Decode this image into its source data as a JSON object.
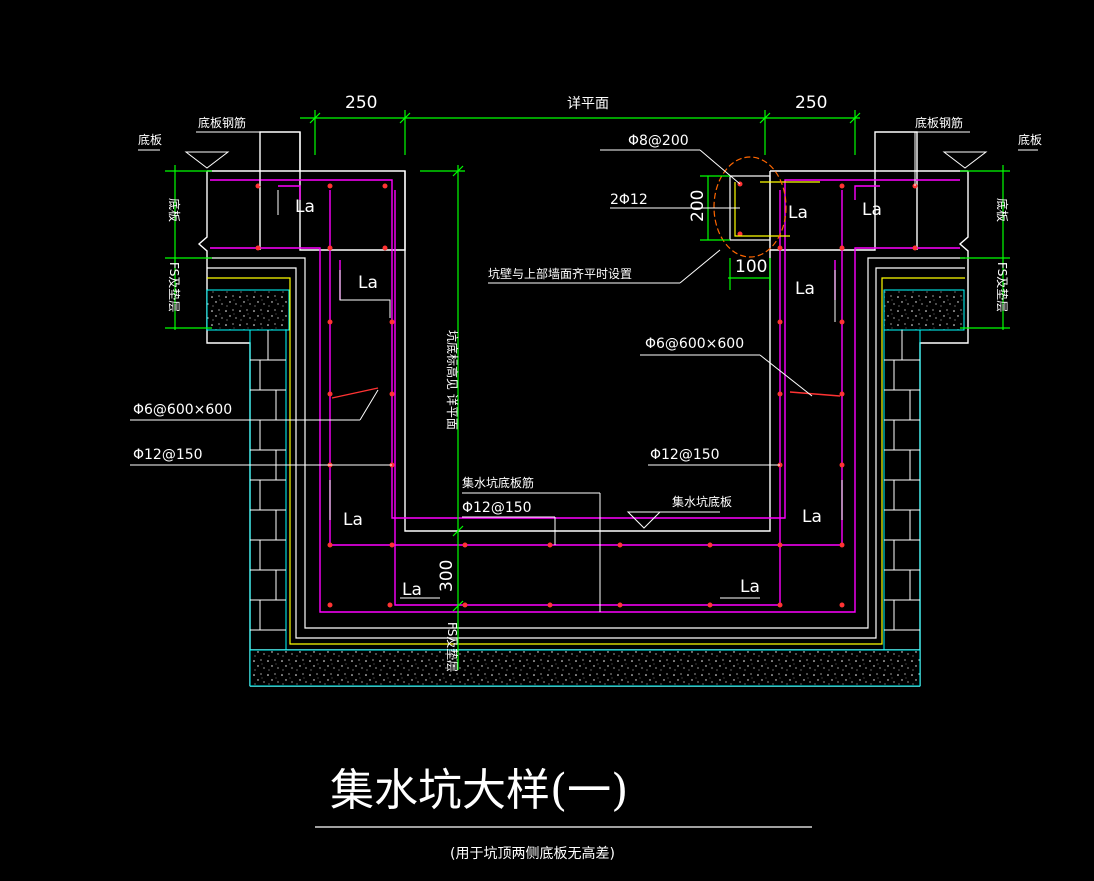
{
  "colors": {
    "background": "#000000",
    "outline": "#ffffff",
    "dimension": "#00ff00",
    "rebar": "#ff00ff",
    "waterproof": "#ffff00",
    "masonry": "#00ffff",
    "cut_point": "#ff3333",
    "note_circle": "#ff6600"
  },
  "dimensions": {
    "left_offset": "250",
    "middle": "详平面",
    "right_offset": "250",
    "pit_depth_vertical": "坑底标高见 详平面",
    "bottom_slab_thickness": "300",
    "stirrup_height": "200",
    "stirrup_width": "100"
  },
  "labels": {
    "top_left_slab": "底板",
    "top_left_slab_rebar": "底板钢筋",
    "top_right_slab": "底板",
    "top_right_slab_rebar": "底板钢筋",
    "left_side_slab": "底板",
    "left_side_fs": "FS及垫层",
    "right_side_slab": "底板",
    "right_side_fs": "FS及垫层",
    "stirrup": "Φ8@200",
    "stirrup_bars": "2Φ12",
    "wall_note": "坑壁与上部墙面齐平时设置",
    "right_tie": "Φ6@600×600",
    "left_tie": "Φ6@600×600",
    "left_bar": "Φ12@150",
    "right_bar": "Φ12@150",
    "pit_bottom_rebar": "集水坑底板筋",
    "pit_bottom_rebar_spec": "Φ12@150",
    "pit_bottom_level": "集水坑底板",
    "bottom_fs": "FS及垫层",
    "anchor": "La"
  },
  "title": {
    "main": "集水坑大样(一)",
    "subtitle": "(用于坑顶两侧底板无高差)"
  }
}
